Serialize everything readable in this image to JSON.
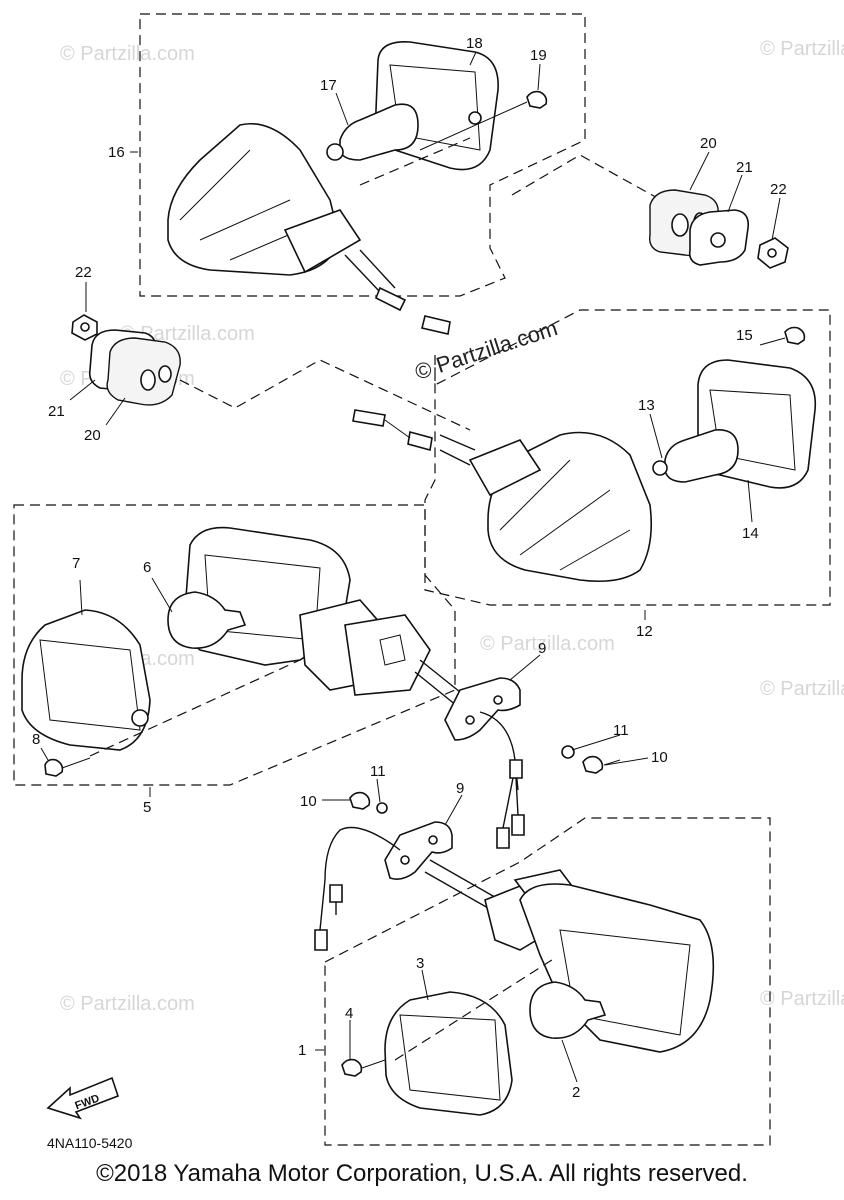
{
  "watermark": {
    "main": "© Partzilla.com",
    "faint": "© Partzilla.com"
  },
  "callouts": {
    "c1": "1",
    "c2": "2",
    "c3": "3",
    "c4": "4",
    "c5": "5",
    "c6": "6",
    "c7": "7",
    "c8": "8",
    "c9a": "9",
    "c9b": "9",
    "c10a": "10",
    "c10b": "10",
    "c11a": "11",
    "c11b": "11",
    "c12": "12",
    "c13": "13",
    "c14": "14",
    "c15": "15",
    "c16": "16",
    "c17": "17",
    "c18": "18",
    "c19": "19",
    "c20a": "20",
    "c20b": "20",
    "c21a": "21",
    "c21b": "21",
    "c22a": "22",
    "c22b": "22"
  },
  "fwd": "FWD",
  "part_code": "4NA110-5420",
  "copyright": "©2018 Yamaha Motor Corporation, U.S.A. All rights reserved."
}
